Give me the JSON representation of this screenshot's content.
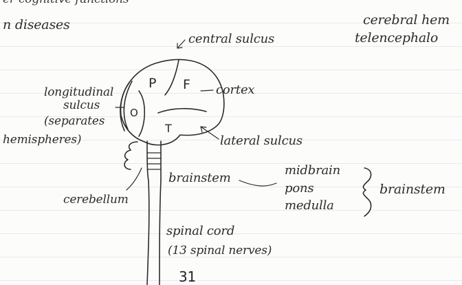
{
  "top_text": {
    "cognitive_functions": "er cognitive functions",
    "diseases": "n diseases",
    "cerebral_hem": "cerebral hem",
    "telencephalon": "telencephalo"
  },
  "lobes": {
    "parietal": "P",
    "frontal": "F",
    "occipital": "O",
    "temporal": "T"
  },
  "labels": {
    "central_sulcus": "central sulcus",
    "cortex": "cortex",
    "longitudinal_sulcus": "longitudinal",
    "longitudinal_sulcus_2": "sulcus",
    "separates": "(separates",
    "hemispheres": "hemispheres)",
    "lateral_sulcus": "lateral sulcus",
    "brainstem_arrow": "brainstem",
    "cerebellum": "cerebellum",
    "spinal_cord": "spinal cord",
    "spinal_nerves": "(13 spinal nerves)"
  },
  "brainstem_parts": [
    "midbrain",
    "pons",
    "medulla"
  ],
  "brainstem_group": "brainstem",
  "page_number": "31",
  "icons": [
    "arrow-icon",
    "brace-icon"
  ]
}
